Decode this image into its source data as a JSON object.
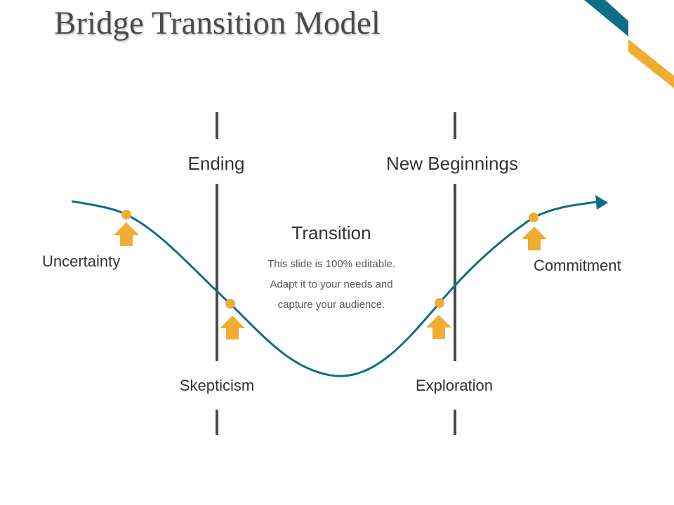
{
  "title": "Bridge Transition Model",
  "phases": {
    "ending": "Ending",
    "transition": "Transition",
    "new_beginnings": "New Beginnings"
  },
  "stages": {
    "uncertainty": "Uncertainty",
    "skepticism": "Skepticism",
    "exploration": "Exploration",
    "commitment": "Commitment"
  },
  "description": [
    "This slide is 100% editable.",
    "Adapt it to your needs and",
    "capture your audience."
  ],
  "colors": {
    "curve": "#0e6e86",
    "marker": "#f0ad32",
    "divider": "#4a4a4a",
    "accent_teal": "#0e6e86",
    "accent_gold": "#f0ad32"
  },
  "icons": {
    "stage_marker": "up-arrow-icon",
    "curve_end": "arrowhead-icon"
  }
}
